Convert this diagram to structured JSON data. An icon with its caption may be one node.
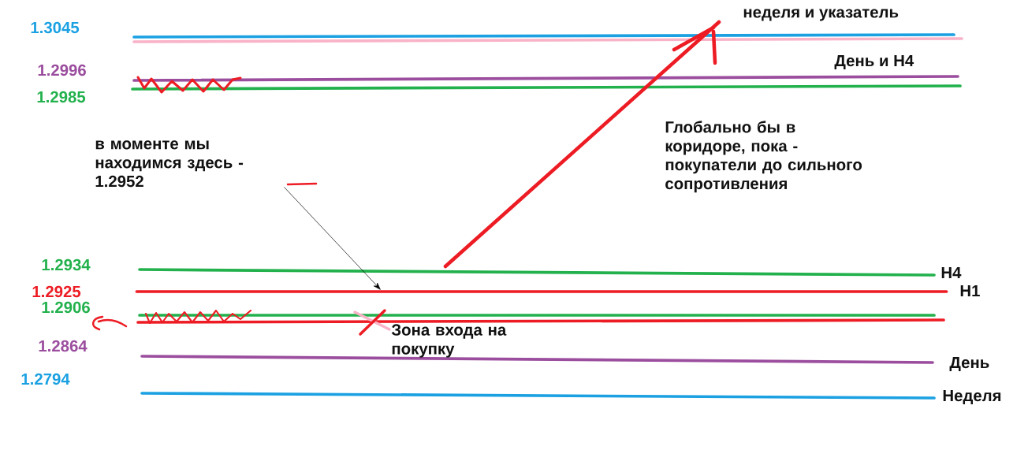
{
  "diagram": {
    "nodes": [
      {
        "text": [
          "в моменте мы находимся здесь - 1.2952"
        ]
      },
      {
        "text": [],
        "shape": "bar"
      }
    ],
    "edges": [
      {
        "from": 0,
        "to": 1,
        "arrow": "to"
      }
    ],
    "labels": [
      "1.3045",
      "неделя и указатель",
      "1.2996",
      "День и H4",
      "1.2985",
      "Глобально бы в коридоре, пока - покупатели до сильного сопротивления",
      "1.2934",
      "H4",
      "1.2925",
      "H1",
      "1.2906",
      "1.2864",
      "Зона входа на покупку",
      "1.2794",
      "День",
      "Неделя"
    ]
  }
}
